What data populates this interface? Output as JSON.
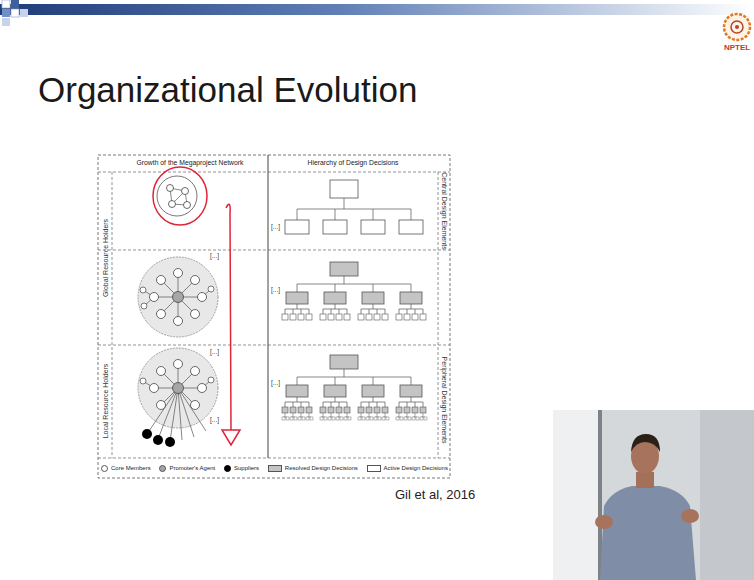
{
  "diagram": {
    "title": "Organizational Evolution",
    "caption": "Gil et al, 2016",
    "nodes": [
      {
        "text": [
          "Growth of the Megaproject Network"
        ]
      },
      {
        "text": [
          "Hierarchy of Design Decisions"
        ]
      }
    ],
    "labels": [
      "NPTEL",
      "Global Resource Holders",
      "Local Resource Holders",
      "Central Design Elements",
      "Peripheral Design Elements",
      "[...]",
      "[...]",
      "[...]",
      "[...]",
      "[...]",
      "[...]"
    ],
    "legend": [
      {
        "text": "Core Members",
        "color": "#ffffff"
      },
      {
        "text": "Promoter's Agent",
        "color": "#a6a6a6"
      },
      {
        "text": "Suppliers",
        "color": "#000000"
      },
      {
        "text": "Resolved Design Decisions",
        "color": "#c4c4c4"
      },
      {
        "text": "Active Design Decisions",
        "color": "#ffffff"
      }
    ]
  }
}
